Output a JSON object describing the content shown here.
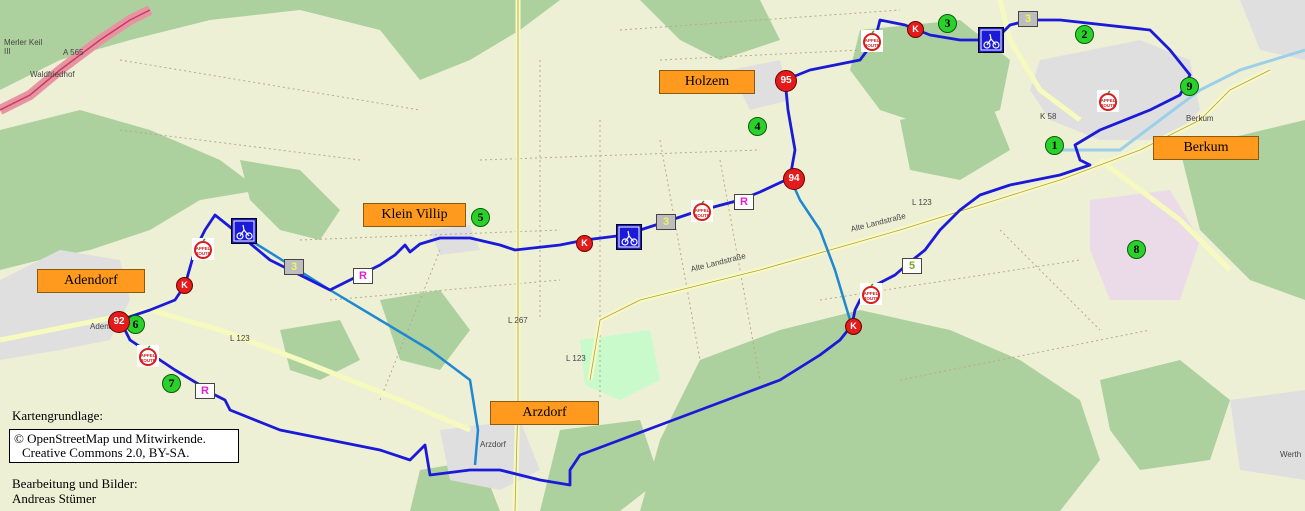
{
  "places": {
    "holzem": "Holzem",
    "berkum": "Berkum",
    "klein_villip": "Klein Villip",
    "adendorf": "Adendorf",
    "arzdorf": "Arzdorf"
  },
  "stations": [
    "1",
    "2",
    "3",
    "4",
    "5",
    "6",
    "7",
    "8",
    "9"
  ],
  "junctions": {
    "j92": "92",
    "j94": "94",
    "j95": "95"
  },
  "k_marker": "K",
  "route_signs": {
    "three": "3",
    "five": "5",
    "r": "R"
  },
  "apfel_route_label": "APFEL ROUTE",
  "basemap_labels": {
    "a565": "A 565",
    "l123": "L 123",
    "l267": "L 267",
    "k58": "K 58",
    "alte_landstrasse": "Alte Landstraße",
    "berkum_map": "Berkum",
    "merler": "Merler Keil III",
    "waldfriedhof": "Waldfriedhof",
    "arzdorf_map": "Arzdorf",
    "adendorf_map": "Adendorf",
    "werth": "Werth"
  },
  "attribution": {
    "kartengrundlage": "Kartengrundlage:",
    "copyright_line1": "© OpenStreetMap und Mitwirkende.",
    "copyright_line2": "Creative Commons 2.0, BY-SA.",
    "bearbeitung": "Bearbeitung und Bilder:",
    "author": "Andreas Stümer"
  },
  "colors": {
    "route_blue": "#1a1ad8",
    "route_light_blue": "#1e88d0",
    "place_orange": "#ff9a1e",
    "station_green": "#2bd12b",
    "junction_red": "#e41b1b",
    "forest": "#add19e",
    "farmland": "#eef0d5",
    "residential": "#e0dfdf"
  }
}
